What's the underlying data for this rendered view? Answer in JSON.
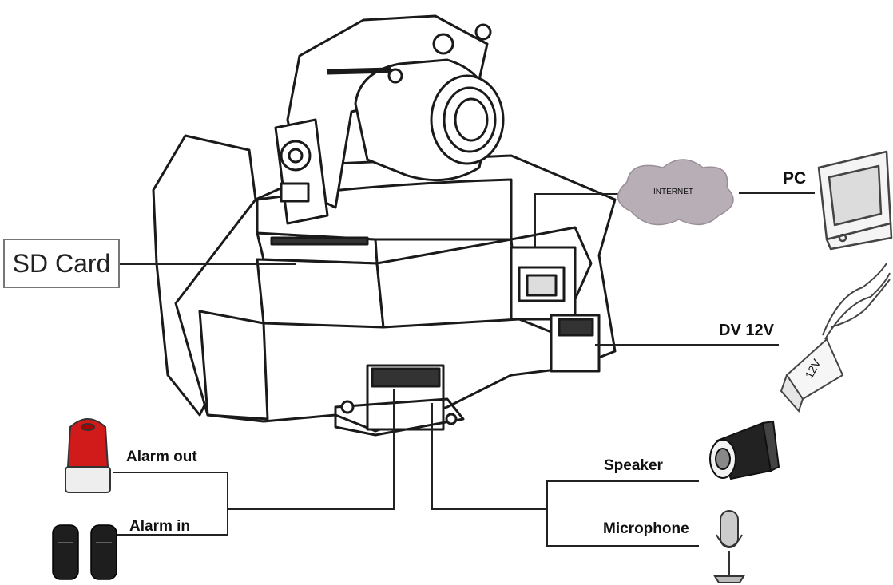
{
  "labels": {
    "sd_card": "SD Card",
    "internet": "INTERNET",
    "pc": "PC",
    "dv12v": "DV 12V",
    "adapter_marking": "12V",
    "alarm_out": "Alarm out",
    "alarm_in": "Alarm in",
    "speaker": "Speaker",
    "microphone": "Microphone"
  },
  "colors": {
    "line": "#222222",
    "cloud": "#b8aeb6",
    "siren_red": "#d11a1a",
    "speaker_dark": "#222222"
  },
  "icons": [
    "ip-camera-icon",
    "cloud-icon",
    "pc-icon",
    "power-adapter-icon",
    "siren-icon",
    "sensor-icon",
    "speaker-icon",
    "microphone-icon"
  ]
}
